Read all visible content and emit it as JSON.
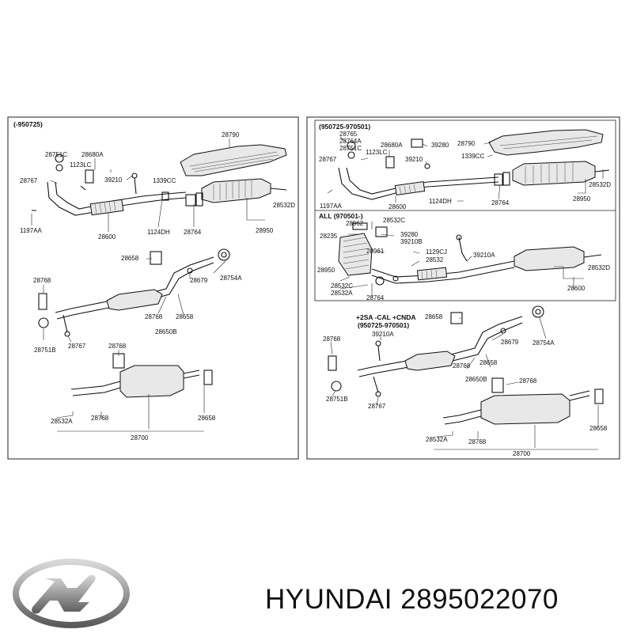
{
  "left_panel": {
    "header": "(-950725)",
    "labels": {
      "l28790": "28790",
      "l28751C": "28751C",
      "l28680A": "28680A",
      "l1123LC": "1123LC",
      "l28767a": "28767",
      "l39210": "39210",
      "l1339CC": "1339CC",
      "l1197AA": "1197AA",
      "l28600": "28600",
      "l1124DH": "1124DH",
      "l28764": "28764",
      "l28950": "28950",
      "l28532D": "28532D",
      "l28658a": "28658",
      "l28679": "28679",
      "l28754A": "28754A",
      "l28768a": "28768",
      "l28768b": "28768",
      "l28658b": "28658",
      "l28650B": "28650B",
      "l28751B": "28751B",
      "l28767b": "28767",
      "l28768c": "28768",
      "l28532A": "28532A",
      "l28768d": "28768",
      "l28658c": "28658",
      "l28700": "28700"
    }
  },
  "right_panel": {
    "header_top": "(950725-970501)",
    "header_mid": "ALL (970501-)",
    "header_low1": "+2SA -CAL +CNDA",
    "header_low2": "(950725-970501)",
    "labels": {
      "r28765": "28765",
      "r28764A": "28764A",
      "r28751C": "28751C",
      "r28680A": "28680A",
      "r39280a": "39280",
      "r28790": "28790",
      "r1123LC": "1123LC",
      "r28767a": "28767",
      "r39210": "39210",
      "r1339CC": "1339CC",
      "r1197AA": "1197AA",
      "r28600a": "28600",
      "r1124DH": "1124DH",
      "r28764a": "28764",
      "r28950a": "28950",
      "r28532Da": "28532D",
      "r28532C": "28532C",
      "r28962": "28962",
      "r28235": "28235",
      "r39280b": "39280",
      "r39210B": "39210B",
      "r28961": "28961",
      "r1129CJ": "1129CJ",
      "r39210A": "39210A",
      "r28532": "28532",
      "r28950b": "28950",
      "r28532C2": "28532C",
      "r28532A": "28532A",
      "r28764b": "28764",
      "r28532Db": "28532D",
      "r28600b": "28600",
      "r28658a": "28658",
      "r39210A2": "39210A",
      "r28768a": "28768",
      "r28679": "28679",
      "r28754A": "28754A",
      "r28768b": "28768",
      "r28658b": "28658",
      "r28650B": "28650B",
      "r28751B": "28751B",
      "r28767b": "28767",
      "r28768c": "28768",
      "r28532A2": "28532A",
      "r28768d": "28768",
      "r28658c": "28658",
      "r28700": "28700"
    }
  },
  "brand": {
    "text": "HYUNDAI 2895022070",
    "logo_icon": "hyundai-logo-icon"
  }
}
